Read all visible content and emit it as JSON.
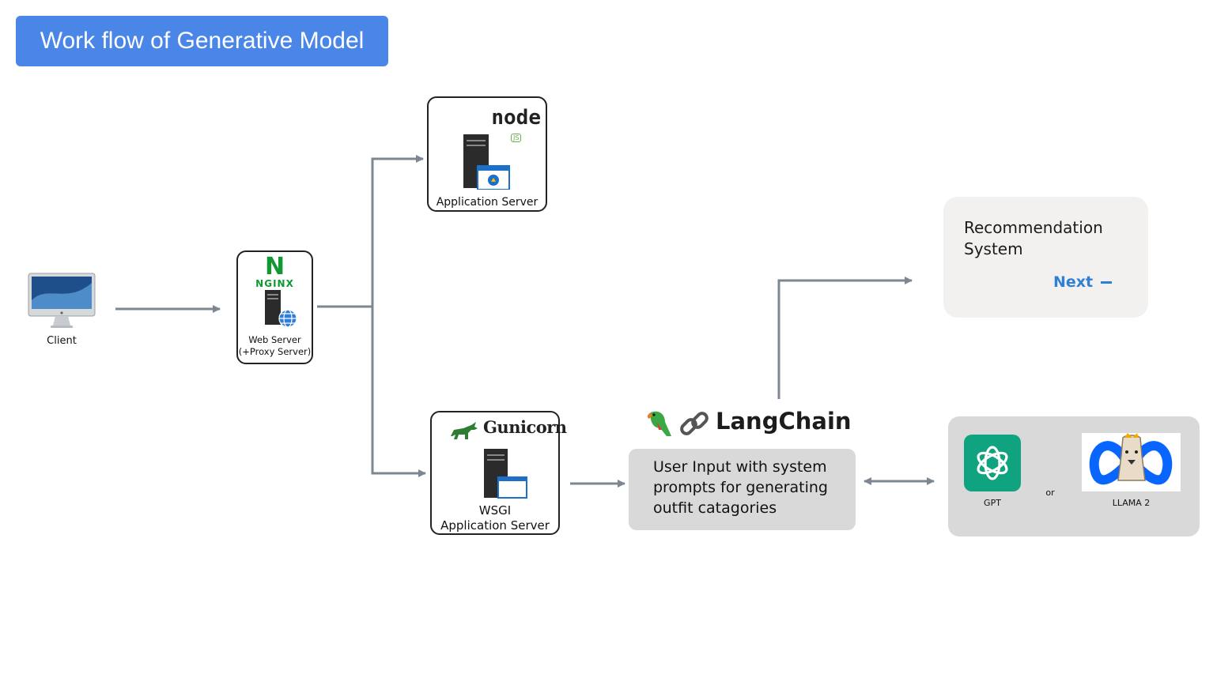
{
  "title": "Work flow of Generative Model",
  "client": {
    "label": "Client"
  },
  "web_server": {
    "logo": "NGINX",
    "line1": "Web Server",
    "line2": "(+Proxy Server)"
  },
  "node_app_server": {
    "logo": "node",
    "logo_sub": "JS",
    "label": "Application Server"
  },
  "gunicorn_server": {
    "logo": "Gunicorn",
    "line1": "WSGI",
    "line2": "Application Server"
  },
  "langchain": {
    "brand": "LangChain",
    "prompt_text": "User Input with system prompts for generating outfit catagories"
  },
  "recommendation": {
    "title": "Recommendation System",
    "next_label": "Next",
    "next_color": "#2e7fd6"
  },
  "models": {
    "gpt_label": "GPT",
    "or_label": "or",
    "llama_label": "LLAMA 2"
  },
  "colors": {
    "accent": "#4a86e8",
    "arrow": "#7d8792",
    "gpt": "#10a37f",
    "meta": "#0866ff"
  }
}
